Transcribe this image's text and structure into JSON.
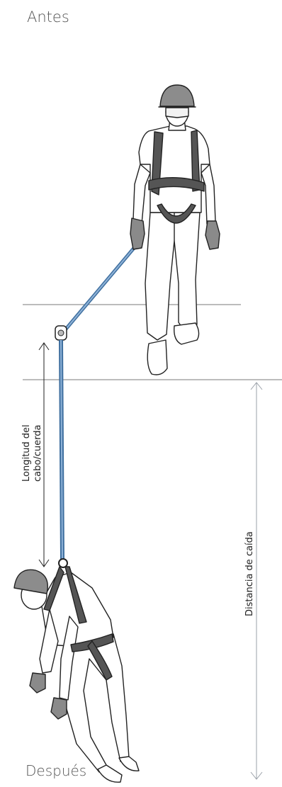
{
  "labels": {
    "before": "Antes",
    "after": "Después",
    "rope_length_line1": "Longitud del",
    "rope_length_line2": "cabo/cuerda",
    "fall_distance": "Distancia de caída"
  },
  "colors": {
    "line": "#7a7a7a",
    "rope": "#5f8fc0",
    "rope_dark": "#3f6f9f",
    "outline": "#222222",
    "harness": "#555555",
    "arrow": "#9aa0a8"
  }
}
